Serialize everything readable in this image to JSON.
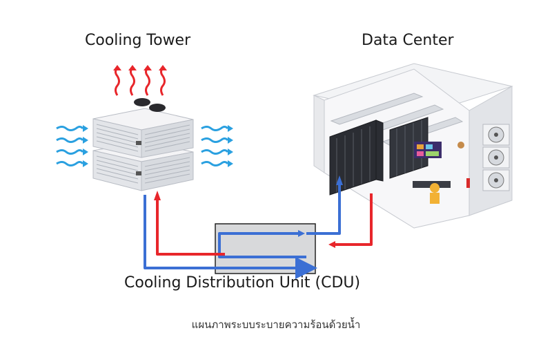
{
  "labels": {
    "cooling_tower": "Cooling Tower",
    "data_center": "Data Center",
    "cdu": "Cooling Distribution Unit (CDU)",
    "caption": "แผนภาพระบบระบายความร้อนด้วยน้ำ"
  },
  "colors": {
    "hot": "#e8262b",
    "cold": "#3b6fd4",
    "air": "#2aa0e0",
    "unit_body": "#f2f2f4",
    "unit_grille": "#c9cdd4",
    "room_wall": "#f1f2f4",
    "rack": "#2b2d33",
    "cdu_box": "#d6d7d9"
  },
  "icons": {
    "exhaust": "wavy-up-arrow-icon",
    "intake": "wavy-right-arrow-icon",
    "chiller_unit": "outdoor-condenser-icon"
  }
}
